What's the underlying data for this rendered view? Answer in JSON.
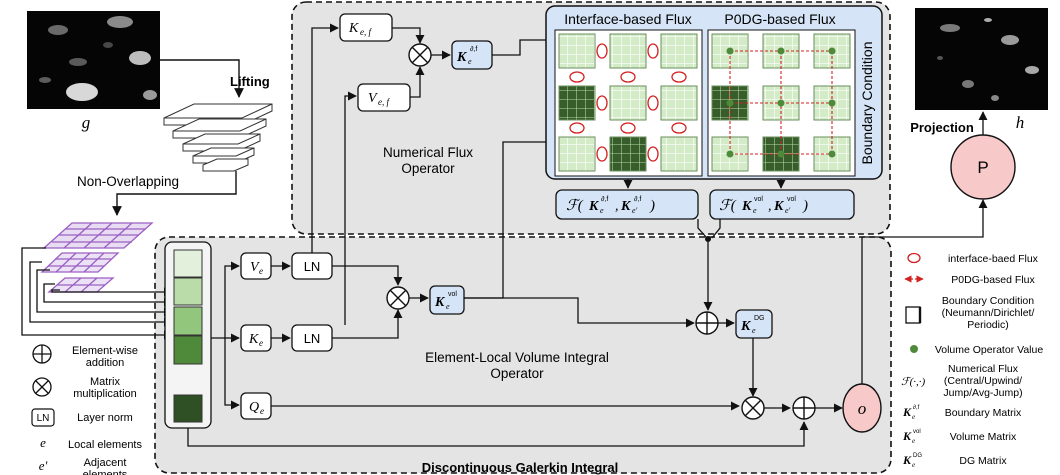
{
  "inputs": {
    "g_label": "g",
    "h_label": "h",
    "lifting": "Lifting",
    "projection": "Projection",
    "non_overlapping": "Non-Overlapping",
    "p_label": "P"
  },
  "nfo": {
    "title_line1": "Numerical Flux",
    "title_line2": "Operator",
    "interface_title": "Interface-based Flux",
    "p0dg_title": "P0DG-based Flux",
    "boundary_condition": "Boundary Condition"
  },
  "dg": {
    "volume_title_line1": "Element-Local Volume Integral",
    "volume_title_line2": "Operator",
    "outer_title": "Discontinuous Galerkin Integral",
    "ln": "LN",
    "o_label": "o"
  },
  "legend_left": {
    "add_line1": "Element-wise",
    "add_line2": "addition",
    "mat_line1": "Matrix",
    "mat_line2": "multiplication",
    "ln_sym": "LN",
    "ln_text": "Layer norm",
    "local_sym": "e",
    "local_text": "Local elements",
    "adj_sym": "e'",
    "adj_line1": "Adjacent",
    "adj_line2": "elements"
  },
  "legend_right": {
    "interface": "interface-baed Flux",
    "p0dg": "P0DG-based Flux",
    "bc_line1": "Boundary Condition",
    "bc_line2": "(Neumann/Dirichlet/",
    "bc_line3": "Periodic)",
    "vol_value": "Volume Operator Value",
    "nf_line1": "Numerical Flux",
    "nf_line2": "(Central/Upwind/",
    "nf_line3": "Jump/Avg-Jump)",
    "boundary_matrix": "Boundary Matrix",
    "volume_matrix": "Volume Matrix",
    "dg_matrix": "DG Matrix"
  },
  "colors": {
    "light_green": "#cfe6c3",
    "mid_green": "#9ccf84",
    "green": "#5f9e45",
    "dark_green": "#365d2a",
    "blue_box": "#d5e5f7",
    "pink": "#f7c9c9",
    "gray_bg": "#e4e4e4",
    "purple": "#9b5fc4"
  }
}
